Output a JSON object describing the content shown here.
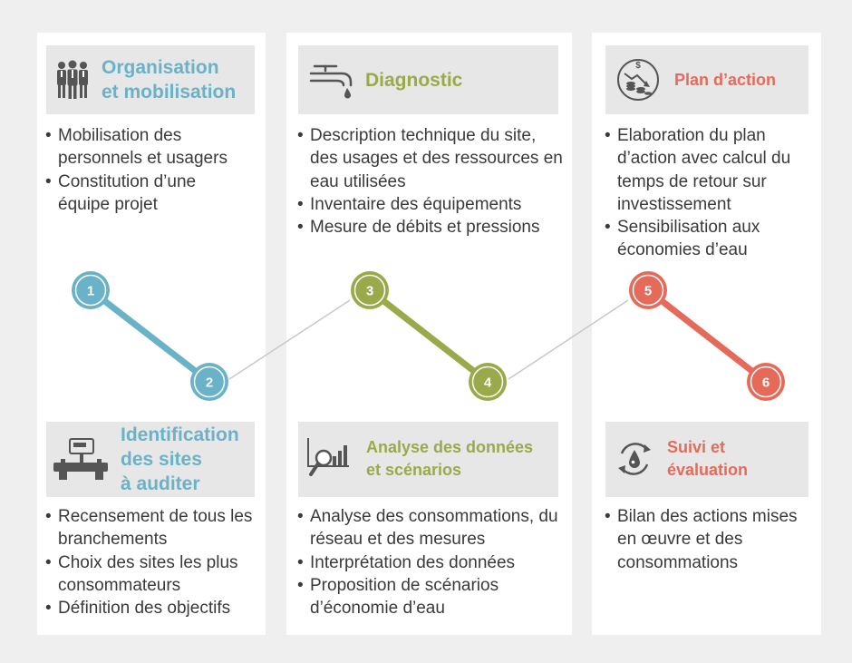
{
  "colors": {
    "blue": "#69b2c7",
    "green": "#9aa94a",
    "red": "#e66a5a",
    "icon_gray": "#555555",
    "connector": "#c8c8c8"
  },
  "stages": [
    {
      "title_lines": [
        "Organisation",
        "et mobilisation"
      ],
      "icon": "people-group-icon",
      "color": "#69b2c7",
      "bullets": [
        "Mobilisation des personnels et usagers",
        "Constitution d’une équipe projet"
      ]
    },
    {
      "title_lines": [
        "Identification",
        "des sites",
        "à auditer"
      ],
      "icon": "water-meter-pipe-icon",
      "color": "#69b2c7",
      "bullets": [
        "Recensement de tous les branchements",
        "Choix des sites les plus consommateurs",
        "Définition des objectifs"
      ]
    },
    {
      "title_lines": [
        "Diagnostic"
      ],
      "icon": "faucet-drop-icon",
      "color": "#9aa94a",
      "bullets": [
        "Description technique du site, des usages et des ressources en eau utilisées",
        "Inventaire des équipements",
        "Mesure de débits et pressions"
      ]
    },
    {
      "title_lines": [
        "Analyse des données",
        "et scénarios"
      ],
      "icon": "magnifier-chart-icon",
      "color": "#9aa94a",
      "bullets": [
        "Analyse des consommations, du réseau et des mesures",
        "Interprétation des données",
        "Proposition de scénarios d’économie d’eau"
      ]
    },
    {
      "title_lines": [
        "Plan d’action"
      ],
      "icon": "money-savings-icon",
      "color": "#e66a5a",
      "bullets": [
        "Elaboration du plan d’action avec calcul du temps de retour sur investissement",
        "Sensibilisation aux économies d’eau"
      ]
    },
    {
      "title_lines": [
        "Suivi et",
        "évaluation"
      ],
      "icon": "cycle-drop-icon",
      "color": "#e66a5a",
      "bullets": [
        "Bilan des actions mises en œuvre et des consommations"
      ]
    }
  ],
  "steps": [
    "1",
    "2",
    "3",
    "4",
    "5",
    "6"
  ]
}
